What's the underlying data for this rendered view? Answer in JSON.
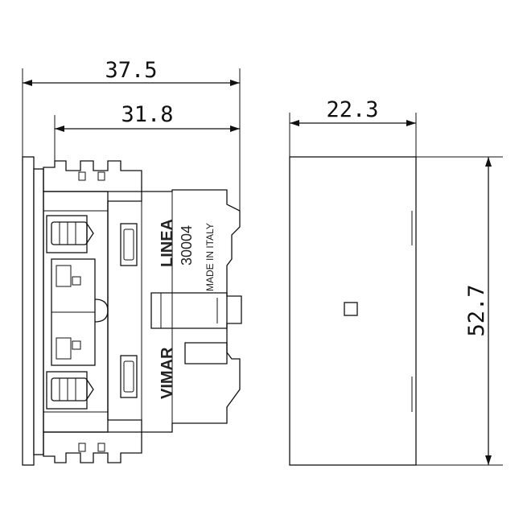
{
  "dimensions": {
    "overall_depth": "37.5",
    "inner_depth": "31.8",
    "width": "22.3",
    "height": "52.7"
  },
  "markings": {
    "series": "LINEA",
    "part_number": "30004",
    "origin": "MADE IN ITALY",
    "brand": "VIMAR"
  }
}
